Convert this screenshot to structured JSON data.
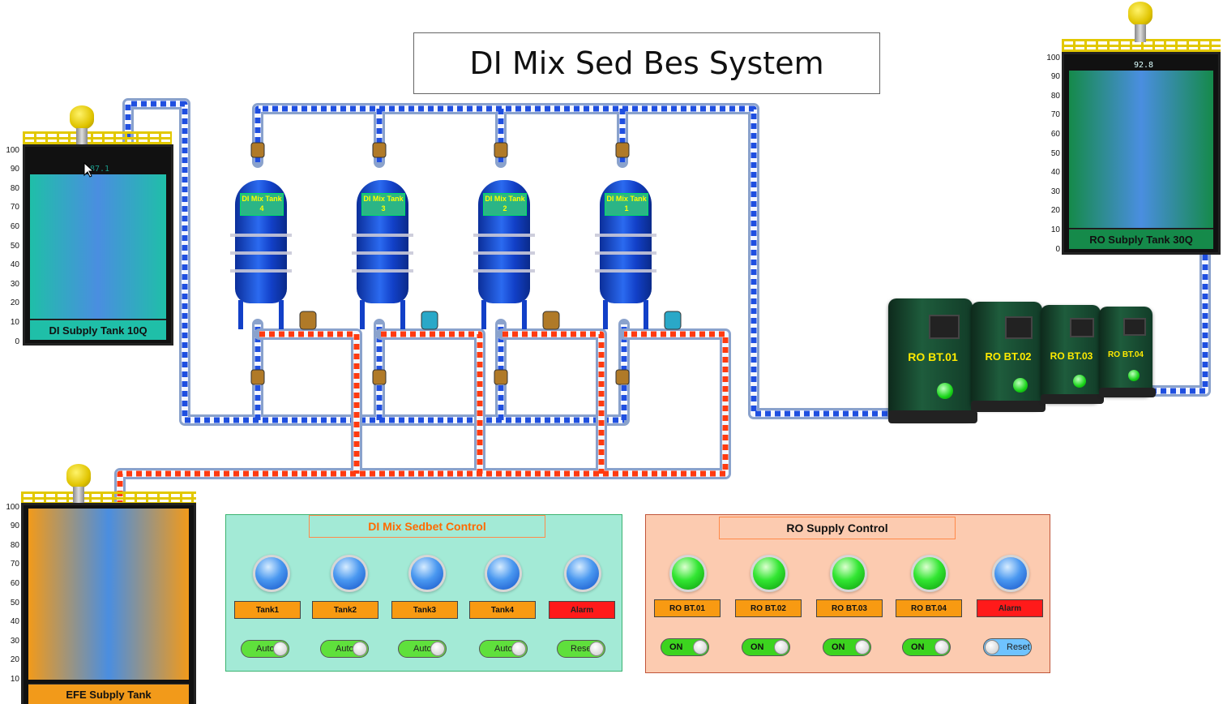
{
  "title": "DI Mix Sed Bes System",
  "tanks": {
    "di": {
      "label": "DI Subply Tank 10Q",
      "level": "87.1",
      "level_value": 87.1,
      "color": "#1fbfa8"
    },
    "ro": {
      "label": "RO Subply Tank 30Q",
      "level": "92.8",
      "level_value": 92.8,
      "color": "#158a4a"
    },
    "efe": {
      "label": "EFE Subply Tank",
      "color": "#f29a1a"
    }
  },
  "scale_ticks": [
    "100",
    "90",
    "80",
    "70",
    "60",
    "50",
    "40",
    "30",
    "20",
    "10",
    "0"
  ],
  "efe_scale_ticks": [
    "100",
    "90",
    "80",
    "70",
    "60",
    "50",
    "40",
    "30",
    "20",
    "10"
  ],
  "vessels": [
    {
      "line1": "DI Mix Tank",
      "line2": "4"
    },
    {
      "line1": "DI Mix Tank",
      "line2": "3"
    },
    {
      "line1": "DI Mix Tank",
      "line2": "2"
    },
    {
      "line1": "DI Mix Tank",
      "line2": "1"
    }
  ],
  "pumps": [
    "RO BT.01",
    "RO BT.02",
    "RO BT.03",
    "RO BT.04"
  ],
  "di_control": {
    "title": "DI Mix Sedbet Control",
    "bg": "#a3ead6",
    "items": [
      {
        "label": "Tank1",
        "toggle": "Auto",
        "lamp": "blue",
        "tag": "orange"
      },
      {
        "label": "Tank2",
        "toggle": "Auto",
        "lamp": "blue",
        "tag": "orange"
      },
      {
        "label": "Tank3",
        "toggle": "Auto",
        "lamp": "blue",
        "tag": "orange"
      },
      {
        "label": "Tank4",
        "toggle": "Auto",
        "lamp": "blue",
        "tag": "orange"
      },
      {
        "label": "Alarm",
        "toggle": "Reset",
        "lamp": "blue",
        "tag": "red"
      }
    ]
  },
  "ro_control": {
    "title": "RO Supply Control",
    "bg": "#fccbb0",
    "items": [
      {
        "label": "RO BT.01",
        "toggle": "ON",
        "lamp": "green",
        "tag": "orange"
      },
      {
        "label": "RO BT.02",
        "toggle": "ON",
        "lamp": "green",
        "tag": "orange"
      },
      {
        "label": "RO BT.03",
        "toggle": "ON",
        "lamp": "green",
        "tag": "orange"
      },
      {
        "label": "RO BT.04",
        "toggle": "ON",
        "lamp": "green",
        "tag": "orange"
      },
      {
        "label": "Alarm",
        "toggle": "Reset",
        "lamp": "blue",
        "tag": "red"
      }
    ]
  },
  "colors": {
    "pipe_blue": "#1f4fe0",
    "pipe_red": "#ff3a10",
    "panel_border": "#3cb371",
    "panel_border_ro": "#c0553a"
  }
}
